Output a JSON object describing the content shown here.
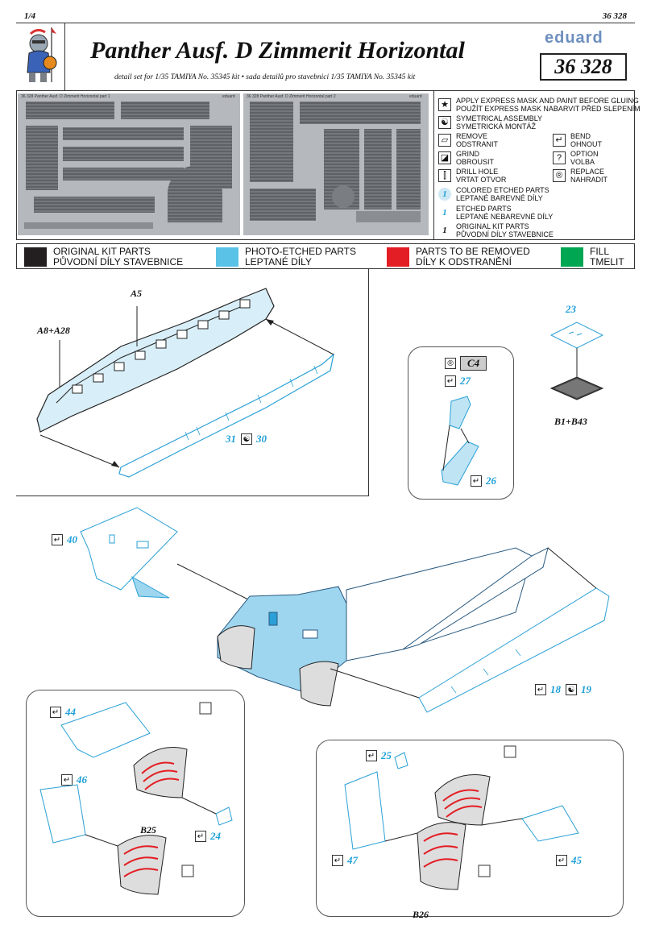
{
  "header": {
    "page": "1/4",
    "code_top": "36 328",
    "brand": "eduard",
    "title": "Panther Ausf. D Zimmerit Horizontal",
    "subtitle": "detail set for 1/35  TAMIYA  No. 35345 kit • sada detailů pro stavebnici 1/35  TAMIYA  No. 35345 kit",
    "code_box": "36 328"
  },
  "legend": [
    {
      "icon": "star-icon",
      "glyph": "★",
      "line1": "APPLY EXPRESS MASK AND PAINT BEFORE GLUING",
      "line2": "POUŽÍT EXPRESS MASK NABARVIT PŘED SLEPENÍM"
    },
    {
      "icon": "symmetric-icon",
      "glyph": "☯",
      "line1": "SYMETRICAL ASSEMBLY",
      "line2": "SYMETRICKÁ MONTÁŽ"
    },
    {
      "icon": "remove-icon",
      "glyph": "▱",
      "line1": "REMOVE",
      "line2": "ODSTRANIT"
    },
    {
      "icon": "grind-icon",
      "glyph": "◪",
      "line1": "GRIND",
      "line2": "OBROUSIT"
    },
    {
      "icon": "drill-icon",
      "glyph": "⫿",
      "line1": "DRILL HOLE",
      "line2": "VRTAT OTVOR"
    },
    {
      "icon": "bend-icon",
      "glyph": "↵",
      "line1": "BEND",
      "line2": "OHNOUT"
    },
    {
      "icon": "option-icon",
      "glyph": "?",
      "line1": "OPTION",
      "line2": "VOLBA"
    },
    {
      "icon": "replace-icon",
      "glyph": "®",
      "line1": "REPLACE",
      "line2": "NAHRADIT"
    },
    {
      "icon": "colored-etched-icon",
      "glyph": "1",
      "line1": "COLORED ETCHED PARTS",
      "line2": "LEPTANÉ BAREVNÉ DÍLY"
    },
    {
      "icon": "etched-icon",
      "glyph": "1",
      "line1": "ETCHED PARTS",
      "line2": "LEPTANÉ NEBAREVNÉ DÍLY"
    },
    {
      "icon": "kit-parts-icon",
      "glyph": "1",
      "line1": "ORIGINAL KIT PARTS",
      "line2": "PŮVODNÍ DÍLY STAVEBNICE"
    }
  ],
  "sheets": {
    "left_label": "36 328  Panther Ausf. D Zimmerit Horizontal   part 1",
    "left_brand": "eduard",
    "right_label": "36 328  Panther Ausf. D Zimmerit Horizontal   part 2",
    "right_brand": "eduard"
  },
  "color_bar": [
    {
      "color": "#231f20",
      "line1": "ORIGINAL KIT PARTS",
      "line2": "PŮVODNÍ DÍLY STAVEBNICE"
    },
    {
      "color": "#5bc2e7",
      "line1": "PHOTO-ETCHED PARTS",
      "line2": "LEPTANÉ DÍLY"
    },
    {
      "color": "#e31e24",
      "line1": "PARTS TO BE REMOVED",
      "line2": "DÍLY K ODSTRANĚNÍ"
    },
    {
      "color": "#00a651",
      "line1": "FILL",
      "line2": "TMELIT"
    }
  ],
  "callouts": {
    "a5": "A5",
    "a8a28": "A8+A28",
    "p31": "31",
    "p30": "30",
    "c4": "C4",
    "p27": "27",
    "p26": "26",
    "p23": "23",
    "b1b43": "B1+B43",
    "p40": "40",
    "p18": "18",
    "p19": "19",
    "p44": "44",
    "p46": "46",
    "p24": "24",
    "b25": "B25",
    "p25": "25",
    "p47": "47",
    "p45": "45",
    "b26": "B26"
  }
}
